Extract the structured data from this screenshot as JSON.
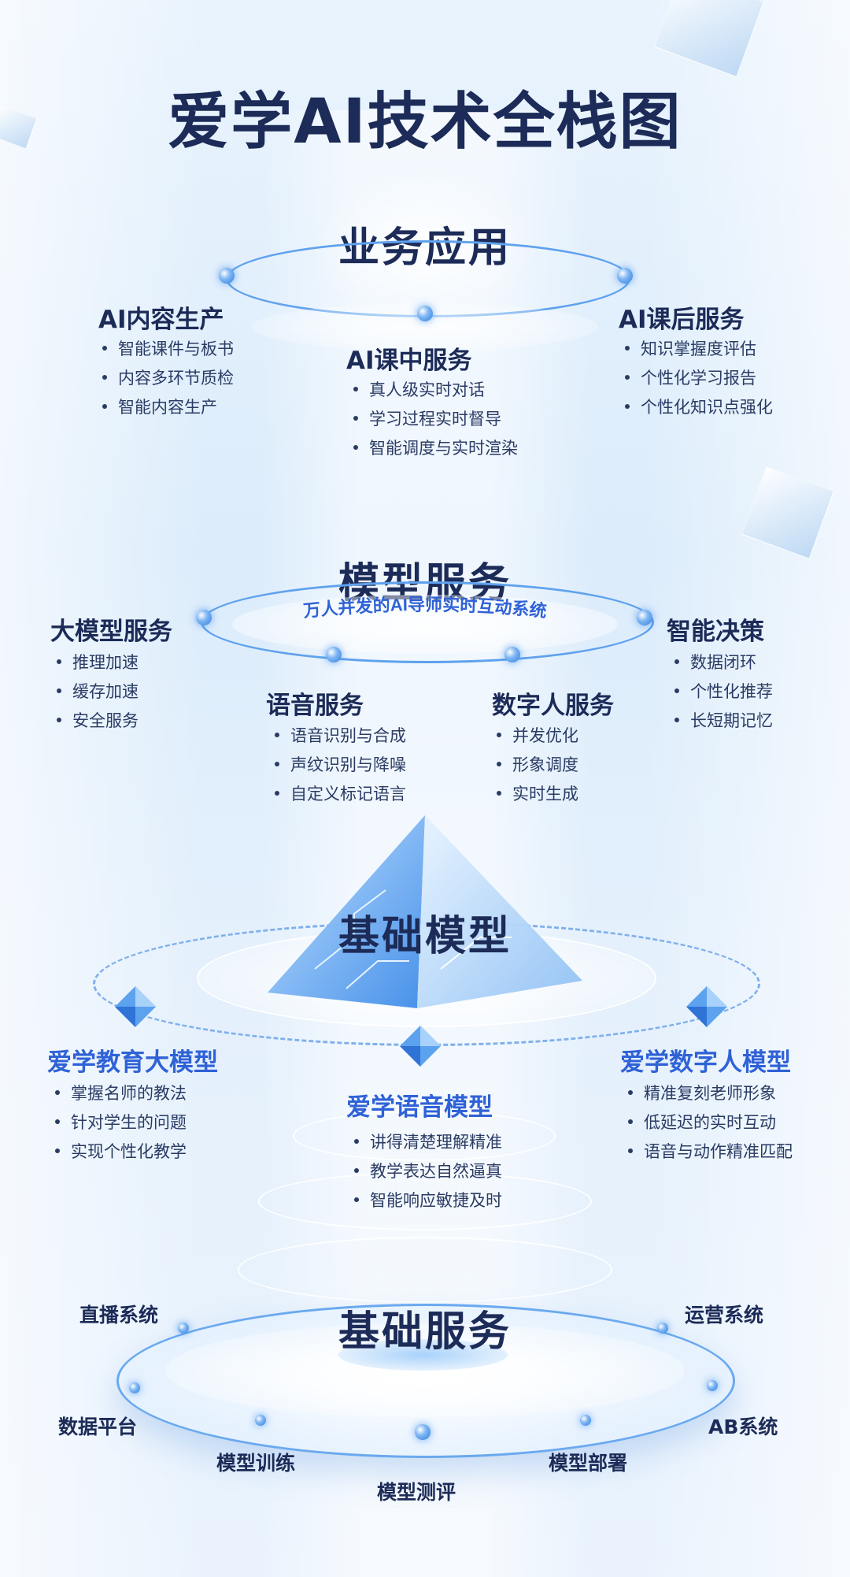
{
  "title": "爱学AI技术全栈图",
  "business": {
    "title": "业务应用",
    "groups": [
      {
        "title": "AI内容生产",
        "items": [
          "智能课件与板书",
          "内容多环节质检",
          "智能内容生产"
        ]
      },
      {
        "title": "AI课中服务",
        "items": [
          "真人级实时对话",
          "学习过程实时督导",
          "智能调度与实时渲染"
        ]
      },
      {
        "title": "AI课后服务",
        "items": [
          "知识掌握度评估",
          "个性化学习报告",
          "个性化知识点强化"
        ]
      }
    ]
  },
  "model_service": {
    "title": "模型服务",
    "subtitle": "万人并发的AI导师实时互动系统",
    "groups": [
      {
        "title": "大模型服务",
        "items": [
          "推理加速",
          "缓存加速",
          "安全服务"
        ]
      },
      {
        "title": "语音服务",
        "items": [
          "语音识别与合成",
          "声纹识别与降噪",
          "自定义标记语言"
        ]
      },
      {
        "title": "数字人服务",
        "items": [
          "并发优化",
          "形象调度",
          "实时生成"
        ]
      },
      {
        "title": "智能决策",
        "items": [
          "数据闭环",
          "个性化推荐",
          "长短期记忆"
        ]
      }
    ]
  },
  "base_model": {
    "title": "基础模型",
    "groups": [
      {
        "title": "爱学教育大模型",
        "items": [
          "掌握名师的教法",
          "针对学生的问题",
          "实现个性化教学"
        ]
      },
      {
        "title": "爱学语音模型",
        "items": [
          "讲得清楚理解精准",
          "教学表达自然逼真",
          "智能响应敏捷及时"
        ]
      },
      {
        "title": "爱学数字人模型",
        "items": [
          "精准复刻老师形象",
          "低延迟的实时互动",
          "语音与动作精准匹配"
        ]
      }
    ]
  },
  "base_service": {
    "title": "基础服务",
    "items": [
      "直播系统",
      "运营系统",
      "数据平台",
      "AB系统",
      "模型训练",
      "模型部署",
      "模型测评"
    ]
  },
  "colors": {
    "heading": "#1c2b57",
    "accent": "#2f62d6",
    "dot": "#2f7fe0"
  }
}
